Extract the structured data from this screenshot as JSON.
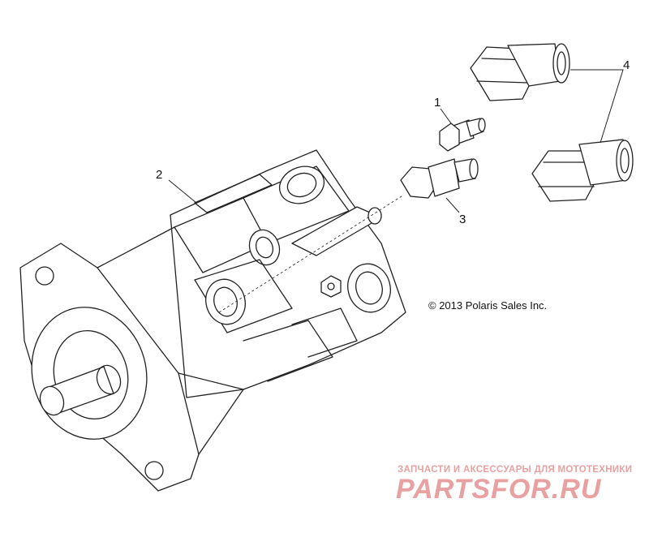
{
  "diagram": {
    "callouts": [
      {
        "id": "1",
        "label": "1"
      },
      {
        "id": "2",
        "label": "2"
      },
      {
        "id": "3",
        "label": "3"
      },
      {
        "id": "4",
        "label": "4"
      }
    ],
    "copyright": "© 2013 Polaris Sales Inc."
  },
  "watermark": {
    "tagline": "ЗАПЧАСТИ И АКСЕССУАРЫ ДЛЯ МОТОТЕХНИКИ",
    "logo": "PARTSFOR.RU",
    "color": "#e8a0a0"
  },
  "colors": {
    "line": "#222222",
    "background": "#ffffff"
  }
}
